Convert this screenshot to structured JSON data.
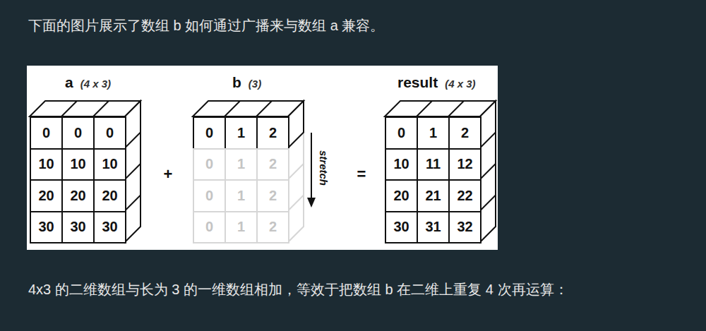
{
  "diagram": {
    "title": "下面的图片展示了数组 b 如何通过广播来与数组 a 兼容。",
    "caption": "4x3 的二维数组与长为 3 的一维数组相加，等效于把数组 b 在二维上重复 4 次再运算：",
    "nodes": [
      {
        "text": [
          "a",
          "(4 x 3)"
        ]
      },
      {
        "text": [
          "0"
        ],
        "in": 0
      },
      {
        "text": [
          "0"
        ],
        "in": 0
      },
      {
        "text": [
          "0"
        ],
        "in": 0
      },
      {
        "text": [
          "10"
        ],
        "in": 0
      },
      {
        "text": [
          "10"
        ],
        "in": 0
      },
      {
        "text": [
          "10"
        ],
        "in": 0
      },
      {
        "text": [
          "20"
        ],
        "in": 0
      },
      {
        "text": [
          "20"
        ],
        "in": 0
      },
      {
        "text": [
          "20"
        ],
        "in": 0
      },
      {
        "text": [
          "30"
        ],
        "in": 0
      },
      {
        "text": [
          "30"
        ],
        "in": 0
      },
      {
        "text": [
          "30"
        ],
        "in": 0
      },
      {
        "text": [
          "b",
          "(3)"
        ]
      },
      {
        "text": [
          "0"
        ],
        "in": 13
      },
      {
        "text": [
          "1"
        ],
        "in": 13
      },
      {
        "text": [
          "2"
        ],
        "in": 13
      },
      {
        "text": [
          "0"
        ],
        "in": 13
      },
      {
        "text": [
          "1"
        ],
        "in": 13
      },
      {
        "text": [
          "2"
        ],
        "in": 13
      },
      {
        "text": [
          "0"
        ],
        "in": 13
      },
      {
        "text": [
          "1"
        ],
        "in": 13
      },
      {
        "text": [
          "2"
        ],
        "in": 13
      },
      {
        "text": [
          "0"
        ],
        "in": 13
      },
      {
        "text": [
          "1"
        ],
        "in": 13
      },
      {
        "text": [
          "2"
        ],
        "in": 13
      },
      {
        "text": [
          "result",
          "(4 x 3)"
        ]
      },
      {
        "text": [
          "0"
        ],
        "in": 26
      },
      {
        "text": [
          "1"
        ],
        "in": 26
      },
      {
        "text": [
          "2"
        ],
        "in": 26
      },
      {
        "text": [
          "10"
        ],
        "in": 26
      },
      {
        "text": [
          "11"
        ],
        "in": 26
      },
      {
        "text": [
          "12"
        ],
        "in": 26
      },
      {
        "text": [
          "20"
        ],
        "in": 26
      },
      {
        "text": [
          "21"
        ],
        "in": 26
      },
      {
        "text": [
          "22"
        ],
        "in": 26
      },
      {
        "text": [
          "30"
        ],
        "in": 26
      },
      {
        "text": [
          "31"
        ],
        "in": 26
      },
      {
        "text": [
          "32"
        ],
        "in": 26
      }
    ],
    "labels": [
      "+",
      "stretch",
      "="
    ]
  }
}
